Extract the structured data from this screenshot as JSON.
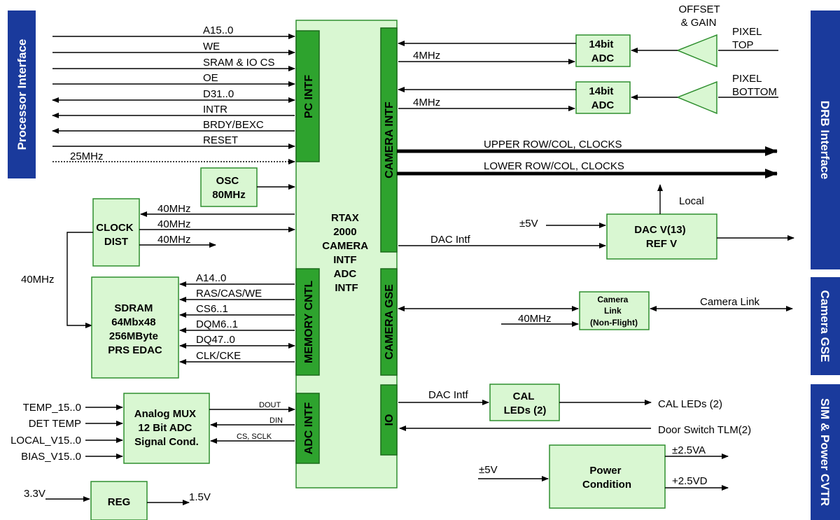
{
  "sides": {
    "processor": "Processor Interface",
    "drb": "DRB Interface",
    "camera_gse": "Camera GSE",
    "sim_power": "SIM & Power CVTR"
  },
  "blocks": {
    "pc_intf": "PC INTF",
    "camera_intf": "CAMERA INTF",
    "memory_cntl": "MEMORY CNTL",
    "adc_intf": "ADC INTF",
    "camera_gse": "CAMERA GSE",
    "io": "IO",
    "rtax": [
      "RTAX",
      "2000",
      "CAMERA",
      "INTF",
      "ADC",
      "INTF"
    ],
    "osc": [
      "OSC",
      "80MHz"
    ],
    "clock_dist": [
      "CLOCK",
      "DIST"
    ],
    "sdram": [
      "SDRAM",
      "64Mbx48",
      "256MByte",
      "PRS EDAC"
    ],
    "analog_mux": [
      "Analog MUX",
      "12 Bit ADC",
      "Signal Cond."
    ],
    "reg": "REG",
    "adc_top": [
      "14bit",
      "ADC"
    ],
    "adc_bottom": [
      "14bit",
      "ADC"
    ],
    "dac": [
      "DAC V(13)",
      "REF V"
    ],
    "camera_link": [
      "Camera",
      "Link",
      "(Non-Flight)"
    ],
    "cal_leds": [
      "CAL",
      "LEDs (2)"
    ],
    "power": [
      "Power",
      "Condition"
    ]
  },
  "signals": {
    "pc": [
      "A15..0",
      "WE",
      "SRAM & IO CS",
      "OE",
      "D31..0",
      "INTR",
      "BRDY/BEXC",
      "RESET",
      "25MHz"
    ],
    "clock": [
      "40MHz",
      "40MHz",
      "40MHz"
    ],
    "clk_left": "40MHz",
    "mem": [
      "A14..0",
      "RAS/CAS/WE",
      "CS6..1",
      "DQM6..1",
      "DQ47..0",
      "CLK/CKE"
    ],
    "adc_in": [
      "TEMP_15..0",
      "DET TEMP",
      "LOCAL_V15..0",
      "BIAS_V15..0"
    ],
    "adc_bus": [
      "DOUT",
      "DIN",
      "CS, SCLK"
    ],
    "reg_in": "3.3V",
    "reg_out": "1.5V",
    "cam_top_clk": "4MHz",
    "cam_bot_clk": "4MHz",
    "offset_gain": [
      "OFFSET",
      "& GAIN"
    ],
    "pixel_top": [
      "PIXEL",
      "TOP"
    ],
    "pixel_bottom": [
      "PIXEL",
      "BOTTOM"
    ],
    "upper_row": "UPPER ROW/COL, CLOCKS",
    "lower_row": "LOWER ROW/COL, CLOCKS",
    "local": "Local",
    "dac_pm5v": "±5V",
    "dac_intf": "DAC Intf",
    "gse_40mhz": "40MHz",
    "camera_link_out": "Camera Link",
    "io_dac_intf": "DAC Intf",
    "cal_leds_out": "CAL LEDs (2)",
    "door_switch": "Door Switch TLM(2)",
    "pwr_pm5v": "±5V",
    "pwr_25va": "±2.5VA",
    "pwr_25vd": "+2.5VD"
  }
}
